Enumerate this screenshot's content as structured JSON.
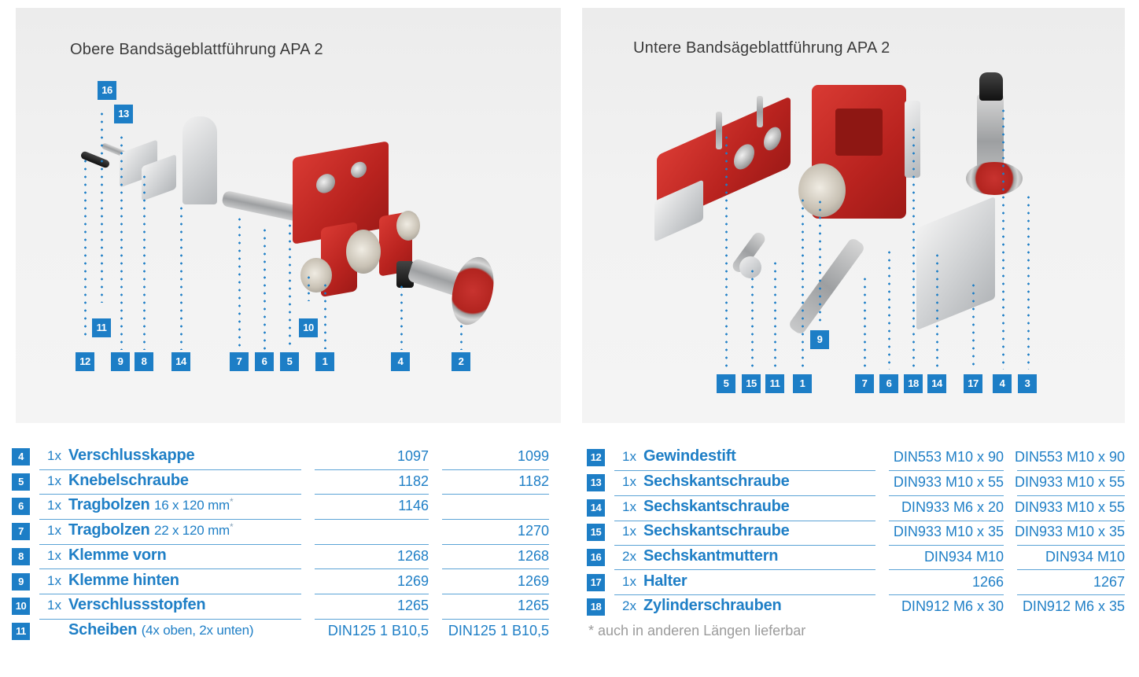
{
  "panels": {
    "upper": {
      "title": "Obere Bandsägeblattführung APA 2",
      "callouts": [
        "16",
        "13",
        "11",
        "10",
        "12",
        "9",
        "8",
        "14",
        "7",
        "6",
        "5",
        "1",
        "4",
        "2"
      ]
    },
    "lower": {
      "title": "Untere Bandsägeblattführung APA 2",
      "callouts": [
        "9",
        "5",
        "15",
        "11",
        "1",
        "7",
        "6",
        "18",
        "14",
        "17",
        "4",
        "3"
      ]
    }
  },
  "parts_table": {
    "left": [
      {
        "no": "4",
        "qty": "1x",
        "name": "Verschlusskappe",
        "detail": "",
        "star": "",
        "upper": "1097",
        "lower": "1099"
      },
      {
        "no": "5",
        "qty": "1x",
        "name": "Knebelschraube",
        "detail": "",
        "star": "",
        "upper": "1182",
        "lower": "1182"
      },
      {
        "no": "6",
        "qty": "1x",
        "name": "Tragbolzen",
        "detail": "16 x 120 mm",
        "star": "*",
        "upper": "1146",
        "lower": ""
      },
      {
        "no": "7",
        "qty": "1x",
        "name": "Tragbolzen",
        "detail": "22 x 120 mm",
        "star": "*",
        "upper": "",
        "lower": "1270"
      },
      {
        "no": "8",
        "qty": "1x",
        "name": "Klemme vorn",
        "detail": "",
        "star": "",
        "upper": "1268",
        "lower": "1268"
      },
      {
        "no": "9",
        "qty": "1x",
        "name": "Klemme hinten",
        "detail": "",
        "star": "",
        "upper": "1269",
        "lower": "1269"
      },
      {
        "no": "10",
        "qty": "1x",
        "name": "Verschlussstopfen",
        "detail": "",
        "star": "",
        "upper": "1265",
        "lower": "1265"
      },
      {
        "no": "11",
        "qty": "",
        "name": "Scheiben",
        "detail": "(4x oben, 2x unten)",
        "star": "",
        "upper": "DIN125 1 B10,5",
        "lower": "DIN125 1 B10,5"
      }
    ],
    "right": [
      {
        "no": "12",
        "qty": "1x",
        "name": "Gewindestift",
        "upper": "DIN553 M10 x 90",
        "lower": "DIN553 M10 x 90"
      },
      {
        "no": "13",
        "qty": "1x",
        "name": "Sechskantschraube",
        "upper": "DIN933 M10 x 55",
        "lower": "DIN933 M10 x 55"
      },
      {
        "no": "14",
        "qty": "1x",
        "name": "Sechskantschraube",
        "upper": "DIN933 M6 x 20",
        "lower": "DIN933 M10 x 55"
      },
      {
        "no": "15",
        "qty": "1x",
        "name": "Sechskantschraube",
        "upper": "DIN933 M10 x 35",
        "lower": "DIN933 M10 x 35"
      },
      {
        "no": "16",
        "qty": "2x",
        "name": "Sechskantmuttern",
        "upper": "DIN934 M10",
        "lower": "DIN934 M10"
      },
      {
        "no": "17",
        "qty": "1x",
        "name": "Halter",
        "upper": "1266",
        "lower": "1267"
      },
      {
        "no": "18",
        "qty": "2x",
        "name": "Zylinderschrauben",
        "upper": "DIN912 M6 x 30",
        "lower": "DIN912 M6 x 35"
      }
    ],
    "footnote": "* auch in anderen Längen lieferbar"
  },
  "colors": {
    "accent": "#1d7ec6",
    "text_blue": "#1f7fc6",
    "rule": "#5ba3d6",
    "panel_bg": "#efefef",
    "title_text": "#3a3a3a",
    "footnote": "#9b9b9b",
    "red_part": "#c42b26"
  }
}
